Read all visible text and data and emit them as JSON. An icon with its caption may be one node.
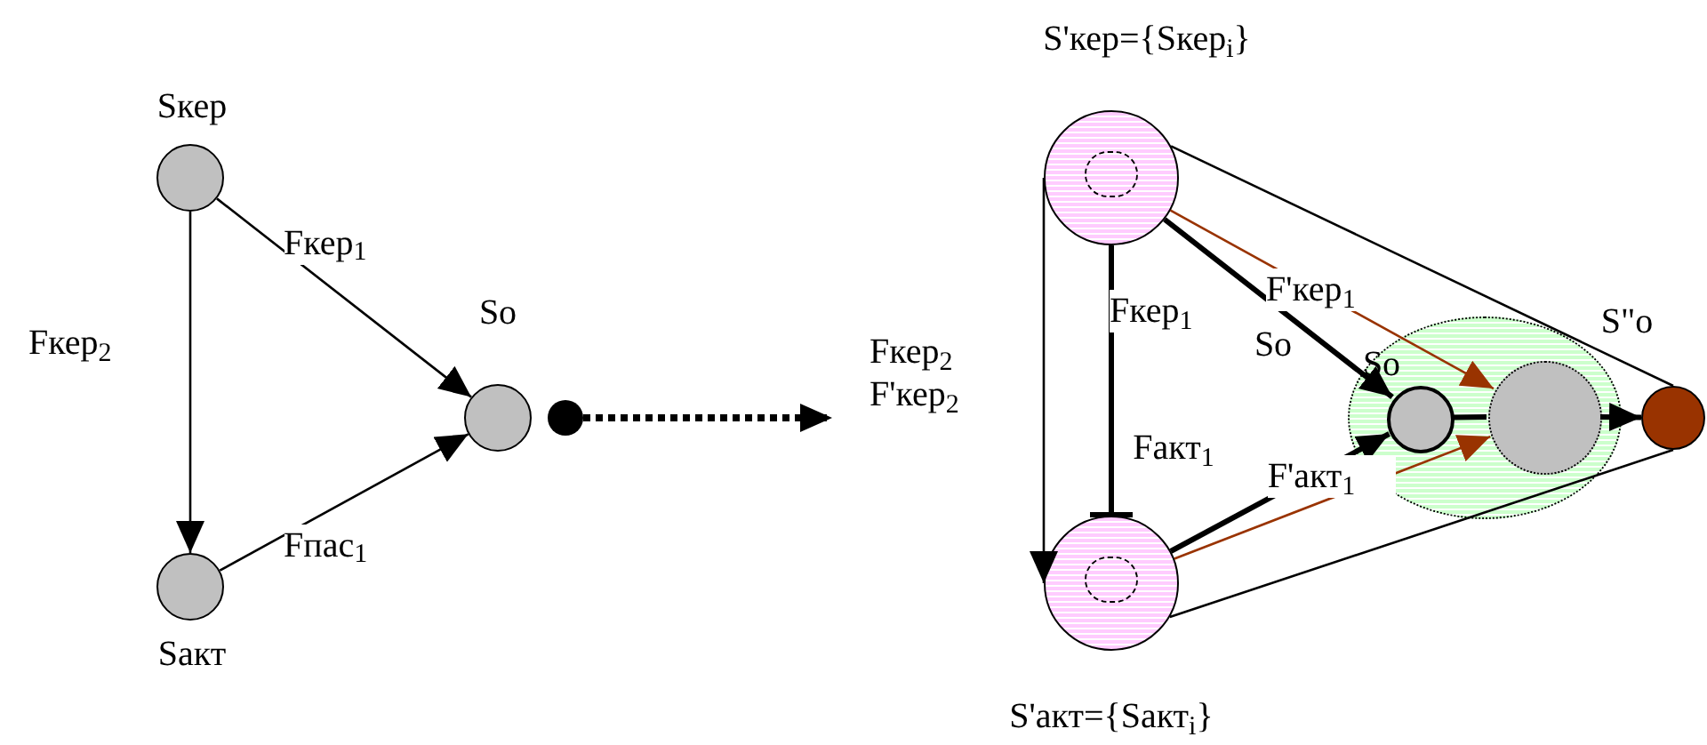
{
  "diagram": {
    "nodes": [
      {
        "text": [
          "Sкер"
        ]
      },
      {
        "text": [
          "Sакт"
        ]
      },
      {
        "text": [
          "So"
        ]
      },
      {
        "text": [],
        "shape": "circle"
      },
      {
        "text": [
          "S'кер={Sкер$_{i}$}"
        ]
      },
      {
        "text": [
          "S'акт={Sакт$_{i}$}"
        ]
      },
      {
        "text": [],
        "shape": "ellipse"
      },
      {
        "text": [
          "So"
        ],
        "in": 6
      },
      {
        "text": [
          "S\"o"
        ],
        "in": 6
      },
      {
        "text": [],
        "shape": "circle"
      }
    ],
    "edges": [
      {
        "from": 0,
        "to": 1,
        "arrow": "to",
        "label": "Fкер$_{2}$"
      },
      {
        "from": 0,
        "to": 2,
        "arrow": "to",
        "label": "Fкер$_{1}$"
      },
      {
        "from": 1,
        "to": 2,
        "arrow": "to",
        "label": "Fпас$_{1}$"
      },
      {
        "from": 3,
        "to": null,
        "arrow": "to",
        "style": "dashed"
      },
      {
        "from": 4,
        "to": 5,
        "arrow": "to",
        "label": "Fкер$_{2}$ F'кер$_{2}$"
      },
      {
        "from": 4,
        "to": 5,
        "arrow": "other",
        "style": "thick",
        "label": "Fкер$_{1}$"
      },
      {
        "from": 4,
        "to": 7,
        "arrow": "to",
        "style": "thick",
        "label": "F'кер$_{1}$"
      },
      {
        "from": 5,
        "to": 7,
        "arrow": "to",
        "style": "thick",
        "label": "F'акт$_{1}$"
      },
      {
        "from": 7,
        "to": 8,
        "arrow": "none",
        "style": "thick"
      },
      {
        "from": 8,
        "to": 9,
        "arrow": "to",
        "style": "thick"
      },
      {
        "from": 4,
        "to": 8,
        "arrow": "to",
        "color": "#993300"
      },
      {
        "from": 5,
        "to": 8,
        "arrow": "to",
        "color": "#993300"
      },
      {
        "from": 4,
        "to": 9,
        "arrow": "none"
      },
      {
        "from": 5,
        "to": 9,
        "arrow": "none"
      }
    ],
    "labels": [
      "So",
      "Fакт$_{1}$"
    ]
  }
}
